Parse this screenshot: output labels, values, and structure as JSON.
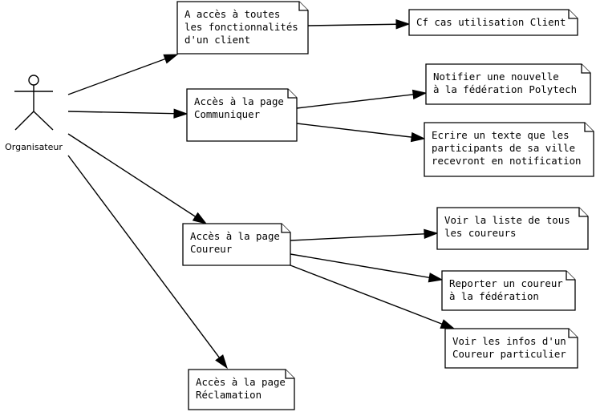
{
  "actor": {
    "name": "Organisateur"
  },
  "notes": [
    {
      "id": "acces-client",
      "lines": [
        "A accès à toutes",
        "les fonctionnalités",
        "d'un client"
      ]
    },
    {
      "id": "cf-cas-client",
      "lines": [
        "Cf cas utilisation Client"
      ]
    },
    {
      "id": "page-communiquer",
      "lines": [
        "Accès à la page",
        "Communiquer"
      ]
    },
    {
      "id": "notifier-federation",
      "lines": [
        "Notifier une nouvelle",
        "à la fédération Polytech"
      ]
    },
    {
      "id": "ecrire-texte",
      "lines": [
        "Ecrire un texte que les",
        "participants de sa ville",
        "recevront en notification"
      ]
    },
    {
      "id": "page-coureur",
      "lines": [
        "Accès à la page",
        "Coureur"
      ]
    },
    {
      "id": "voir-liste-coureurs",
      "lines": [
        "Voir la liste de tous",
        "les coureurs"
      ]
    },
    {
      "id": "reporter-coureur",
      "lines": [
        "Reporter un coureur",
        "à la fédération"
      ]
    },
    {
      "id": "voir-infos-coureur",
      "lines": [
        "Voir les infos d'un",
        "Coureur particulier"
      ]
    },
    {
      "id": "page-reclamation",
      "lines": [
        "Accès à la page",
        "Réclamation"
      ]
    }
  ],
  "edges": [
    {
      "from": "actor",
      "to": "acces-client"
    },
    {
      "from": "acces-client",
      "to": "cf-cas-client"
    },
    {
      "from": "actor",
      "to": "page-communiquer"
    },
    {
      "from": "page-communiquer",
      "to": "notifier-federation"
    },
    {
      "from": "page-communiquer",
      "to": "ecrire-texte"
    },
    {
      "from": "actor",
      "to": "page-coureur"
    },
    {
      "from": "page-coureur",
      "to": "voir-liste-coureurs"
    },
    {
      "from": "page-coureur",
      "to": "reporter-coureur"
    },
    {
      "from": "page-coureur",
      "to": "voir-infos-coureur"
    },
    {
      "from": "actor",
      "to": "page-reclamation"
    }
  ]
}
